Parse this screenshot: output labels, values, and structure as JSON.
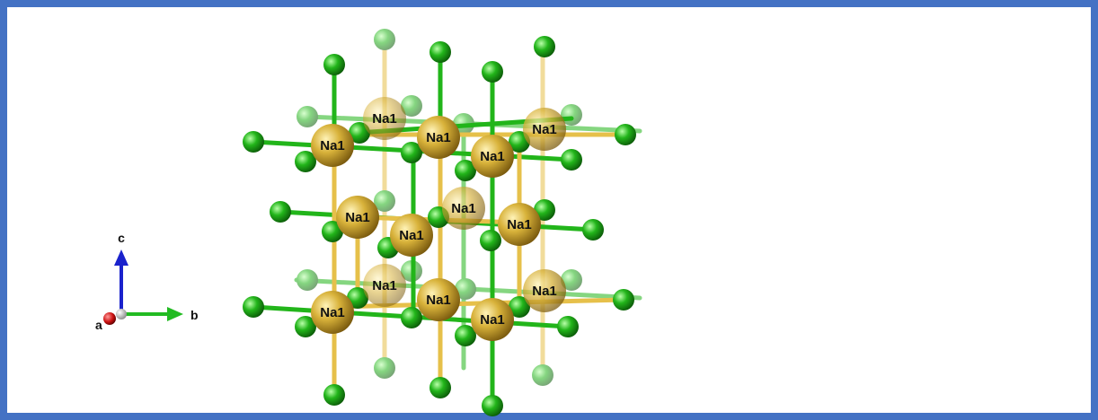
{
  "atom_labels": [
    "Na1",
    "Na1",
    "Na1",
    "Na1",
    "Na1",
    "Na1",
    "Na1",
    "Na1",
    "Na1",
    "Na1",
    "Na1",
    "Na1",
    "Na1",
    "Na1"
  ],
  "axes": {
    "a": "a",
    "b": "b",
    "c": "c"
  },
  "colors": {
    "frame": "#4472C4",
    "na": "#D8B23A",
    "cl": "#22B51A",
    "bond": "#E6C04A",
    "axis_a": "#CC1111",
    "axis_b": "#22BB22",
    "axis_c": "#1A22CC"
  }
}
